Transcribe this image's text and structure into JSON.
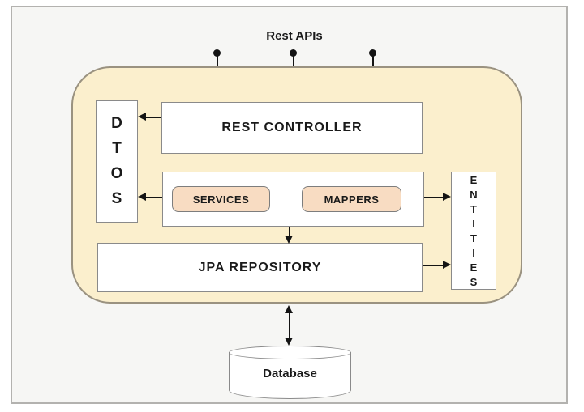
{
  "diagram": {
    "title": "Rest APIs",
    "nodes": {
      "rest_controller": {
        "label": "REST CONTROLLER"
      },
      "dtos": {
        "label": "DTOS",
        "letters": [
          "D",
          "T",
          "O",
          "S"
        ]
      },
      "services": {
        "label": "SERVICES"
      },
      "mappers": {
        "label": "MAPPERS"
      },
      "jpa_repository": {
        "label": "JPA REPOSITORY"
      },
      "entities": {
        "label": "ENTITIES",
        "letters": [
          "E",
          "N",
          "T",
          "I",
          "T",
          "I",
          "E",
          "S"
        ]
      },
      "database": {
        "label": "Database"
      }
    },
    "edges": [
      {
        "from": "rest_apis",
        "to": "rest_controller",
        "style": "line-with-endpoint-dots",
        "count": 3
      },
      {
        "from": "rest_controller",
        "to": "dtos",
        "direction": "left"
      },
      {
        "from": "services_layer",
        "to": "dtos",
        "direction": "left"
      },
      {
        "from": "services_layer",
        "to": "entities",
        "direction": "right"
      },
      {
        "from": "services_layer",
        "to": "jpa_repository",
        "direction": "down"
      },
      {
        "from": "jpa_repository",
        "to": "entities",
        "direction": "right"
      },
      {
        "from": "main_container",
        "to": "database",
        "direction": "both"
      }
    ],
    "colors": {
      "canvas_background": "#f6f6f4",
      "frame_border": "#b3b2af",
      "container_fill": "#fbefcd",
      "container_border": "#9a9280",
      "node_fill": "#ffffff",
      "node_border": "#8a8a8a",
      "chip_fill": "#f8dcc2",
      "chip_border": "#7d7d7d",
      "arrow": "#141414",
      "text": "#1a1a1a"
    }
  }
}
